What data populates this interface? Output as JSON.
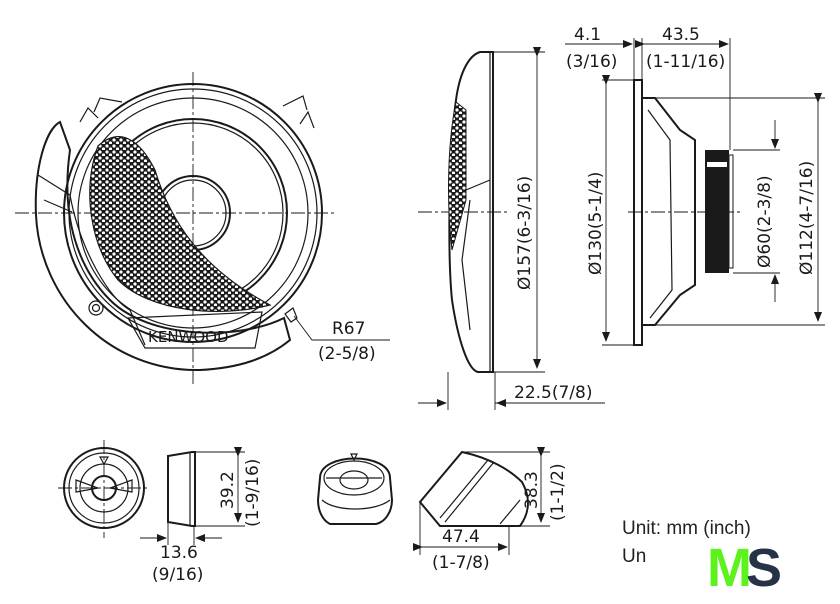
{
  "main_view": {
    "brand": "KENWOOD",
    "radius": "R67",
    "radius_inch": "(2-5/8)"
  },
  "side_view": {
    "diameter": "Ø157(6-3/16)",
    "depth": "22.5(7/8)"
  },
  "profile_view": {
    "flange": "4.1",
    "flange_inch": "(3/16)",
    "depth": "43.5",
    "depth_inch": "(1-11/16)",
    "cutout": "Ø130(5-1/4)",
    "magnet": "Ø60(2-3/8)",
    "basket": "Ø112(4-7/16)"
  },
  "tweeter_flush": {
    "height": "39.2",
    "height_inch": "(1-9/16)",
    "depth": "13.6",
    "depth_inch": "(9/16)"
  },
  "tweeter_angled": {
    "height": "38.3",
    "height_inch": "(1-1/2)",
    "width": "47.4",
    "width_inch": "(1-7/8)"
  },
  "unit_label": "Unit: mm (inch)",
  "unit_label_2": "Un",
  "logo": {
    "text_m": "M",
    "text_s": "S",
    "color_m": "#5cf21c",
    "color_s": "#263246"
  }
}
